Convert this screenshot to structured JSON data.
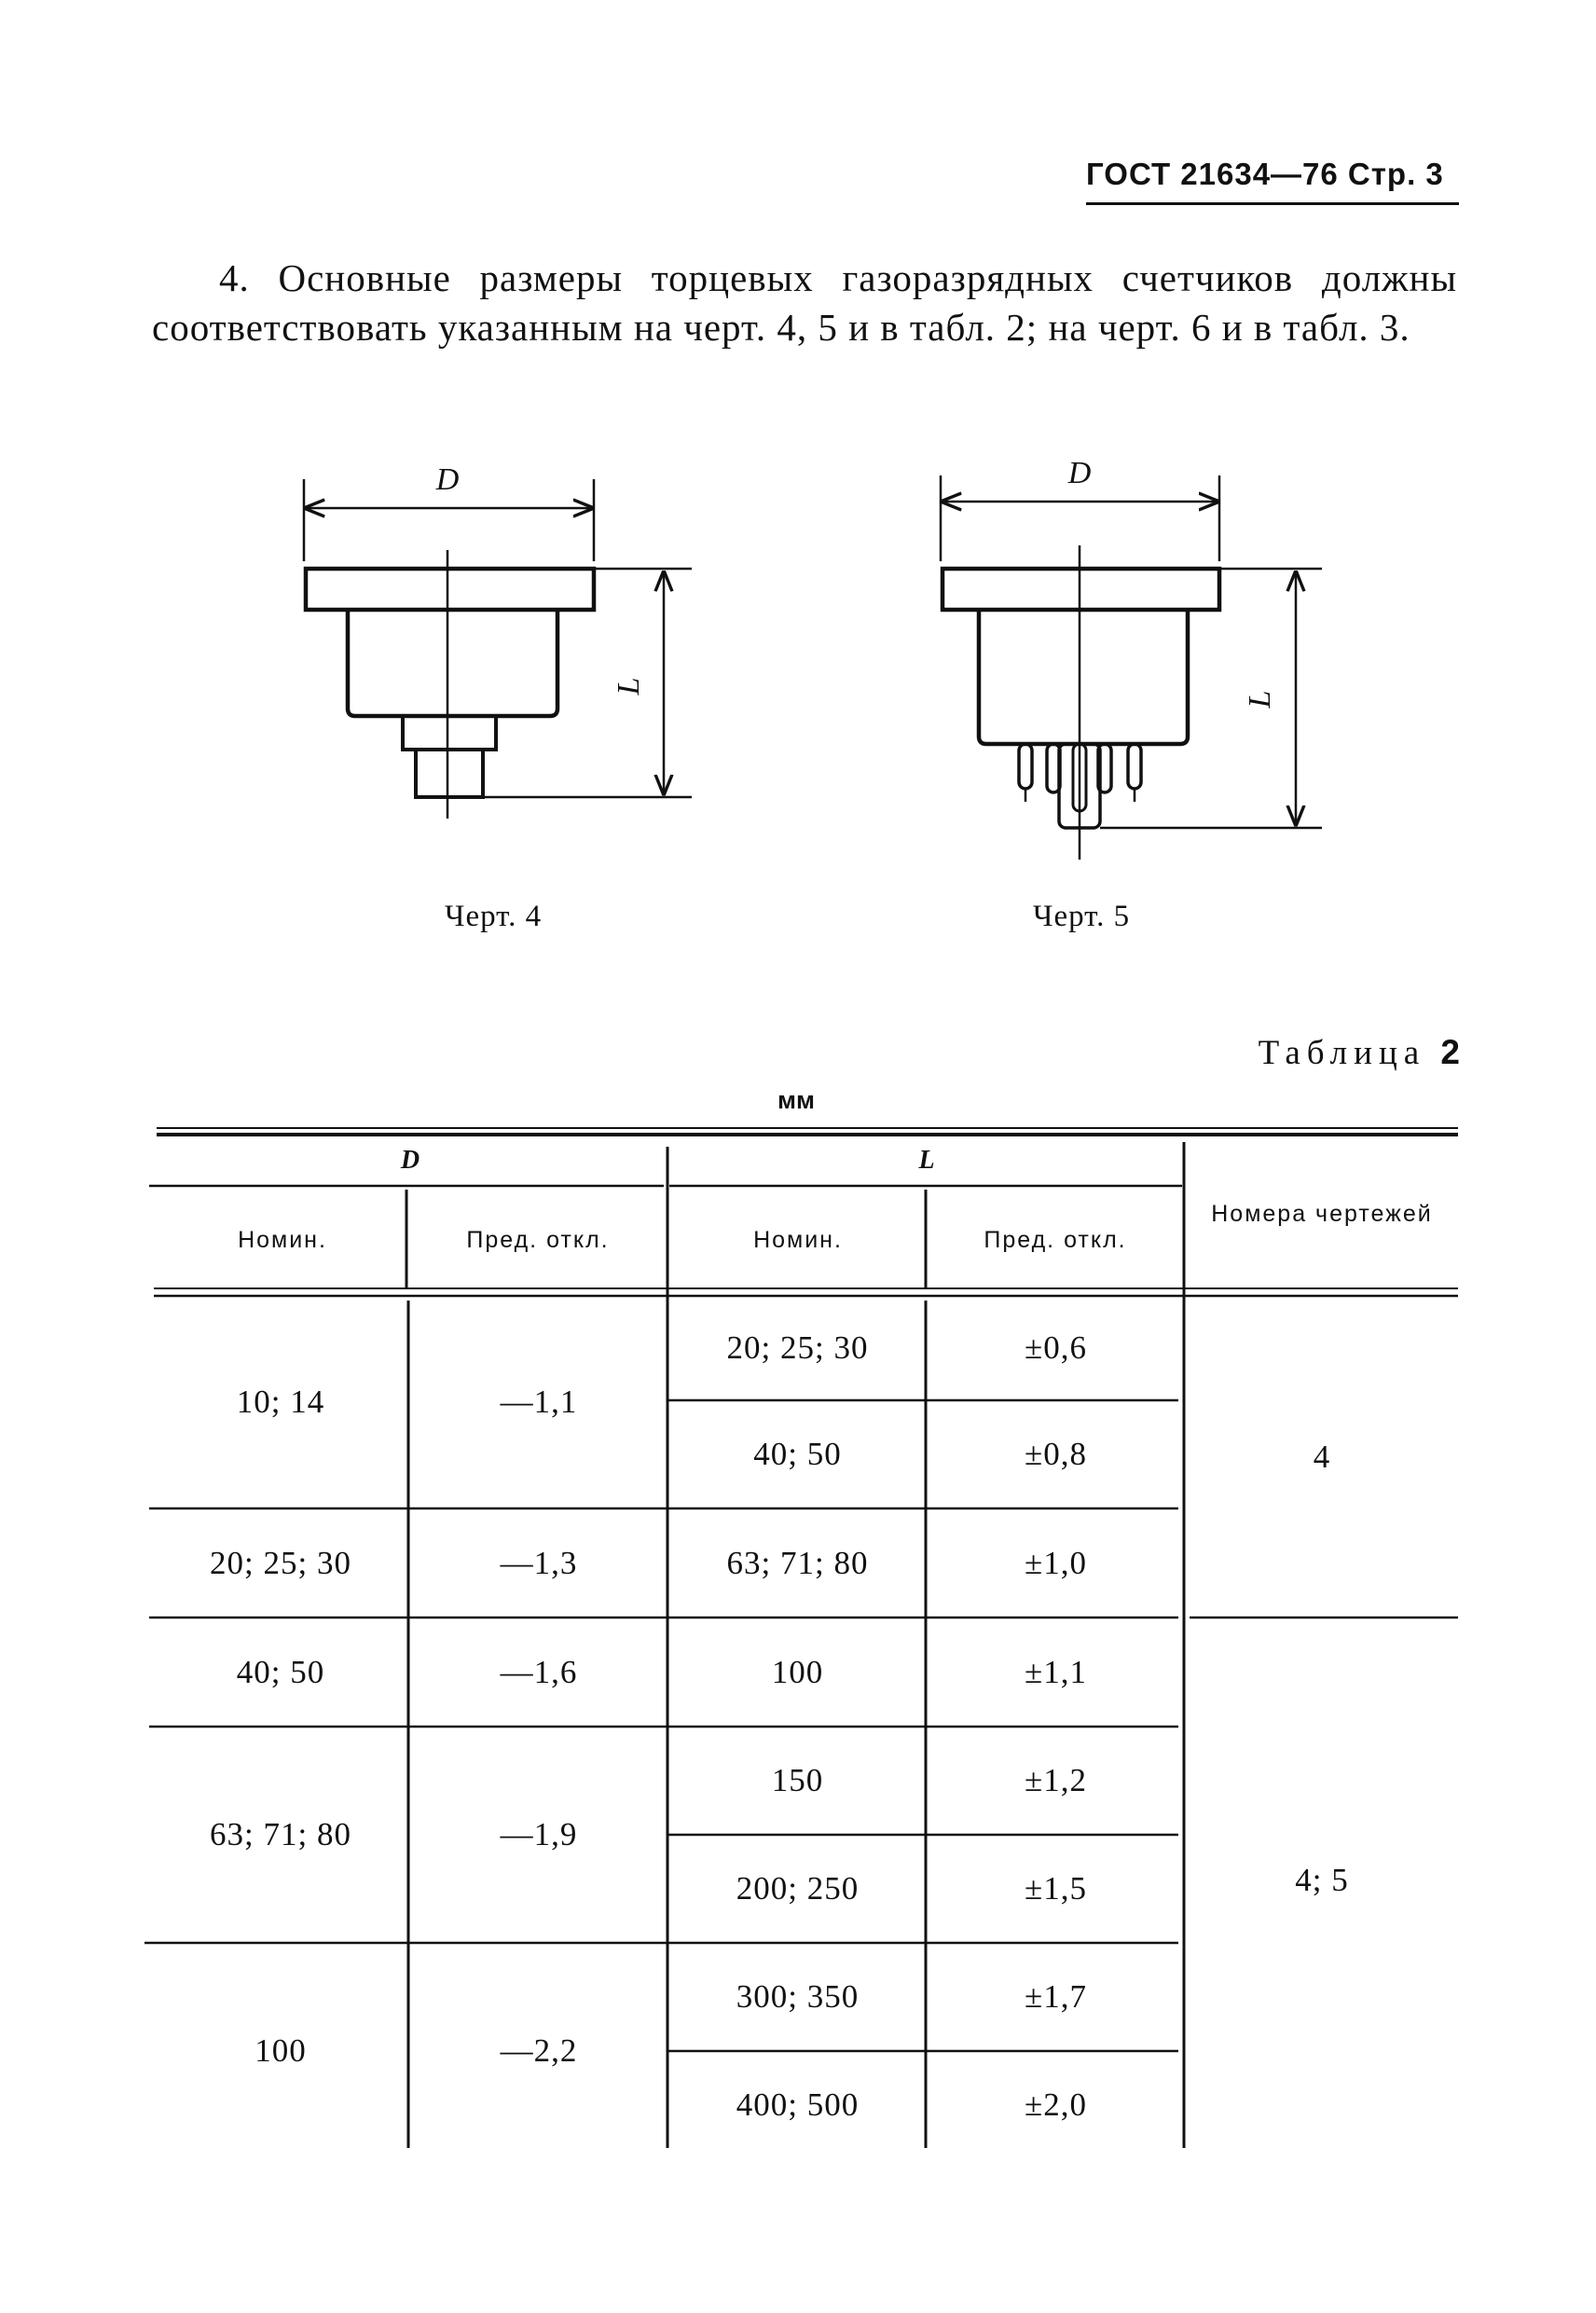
{
  "header": {
    "text": "ГОСТ 21634—76 Стр. 3"
  },
  "paragraph": "4. Основные размеры торцевых газоразрядных счетчиков должны соответствовать указанным на черт. 4, 5 и в табл. 2; на черт. 6 и в табл. 3.",
  "figures": [
    {
      "caption": "Черт. 4",
      "dim_d": "D",
      "dim_l": "L"
    },
    {
      "caption": "Черт. 5",
      "dim_d": "D",
      "dim_l": "L"
    }
  ],
  "table": {
    "title_word": "Таблица",
    "title_number": "2",
    "units": "мм",
    "group_headers": {
      "d": "D",
      "l": "L"
    },
    "column_headers": {
      "d_nom": "Номин.",
      "d_dev": "Пред. откл.",
      "l_nom": "Номин.",
      "l_dev": "Пред. откл.",
      "drawings": "Номера чертежей"
    },
    "d_rows": [
      {
        "nominal": "10; 14",
        "deviation": "—1,1"
      },
      {
        "nominal": "20; 25; 30",
        "deviation": "—1,3"
      },
      {
        "nominal": "40; 50",
        "deviation": "—1,6"
      },
      {
        "nominal": "63; 71; 80",
        "deviation": "—1,9"
      },
      {
        "nominal": "100",
        "deviation": "—2,2"
      }
    ],
    "l_rows": [
      {
        "nominal": "20; 25; 30",
        "deviation": "±0,6"
      },
      {
        "nominal": "40; 50",
        "deviation": "±0,8"
      },
      {
        "nominal": "63; 71; 80",
        "deviation": "±1,0"
      },
      {
        "nominal": "100",
        "deviation": "±1,1"
      },
      {
        "nominal": "150",
        "deviation": "±1,2"
      },
      {
        "nominal": "200; 250",
        "deviation": "±1,5"
      },
      {
        "nominal": "300; 350",
        "deviation": "±1,7"
      },
      {
        "nominal": "400; 500",
        "deviation": "±2,0"
      }
    ],
    "drawing_groups": [
      {
        "value": "4"
      },
      {
        "value": "4; 5"
      }
    ]
  }
}
